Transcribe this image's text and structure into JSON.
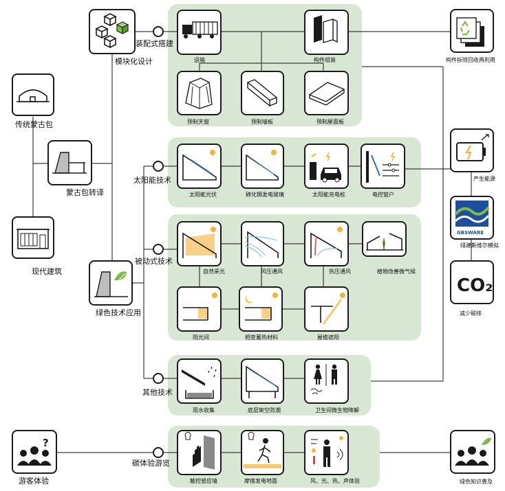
{
  "left": {
    "traditional": "传统蒙古包",
    "translation": "蒙古包转译",
    "modern": "现代建筑",
    "modular": "模块化设计",
    "green_tech": "绿色技术应用",
    "visitor": "游客体验"
  },
  "branches": {
    "prefab": "装配式搭建",
    "solar": "太阳能技术",
    "passive": "被动式技术",
    "other": "其他技术",
    "carbon": "碳体验游览"
  },
  "prefab_items": [
    "运输",
    "构件组装",
    "预制天窗",
    "预制墙板",
    "预制屋面板"
  ],
  "solar_items": [
    "太阳能光伏",
    "碲化镉发电玻璃",
    "太阳能充电桩",
    "电控窗户"
  ],
  "passive_items": [
    "自然采光",
    "风压通风",
    "热压通风",
    "植物改善微气候",
    "阳光间",
    "相变蓄热材料",
    "屋檐遮阳"
  ],
  "other_items": [
    "雨水收集",
    "底层架空防潮",
    "卫生间微生物降解"
  ],
  "carbon_items": [
    "触控感应墙",
    "摩擦发电地面",
    "风、光、热、声体验"
  ],
  "right": {
    "recycle": "构件拆除回收再利用",
    "energy": "产生能源",
    "gbsware": "绿建斯维尔模拟",
    "gbsware_logo": "GBSWARE",
    "co2_reduce": "减少碳排",
    "co2_symbol": "CO₂",
    "knowledge": "绿色知识普及"
  },
  "colors": {
    "panel": "#d8e7d3",
    "line": "#3a3a3a",
    "sun": "#f4b43c",
    "accent_blue": "#2f6fb5",
    "accent_green": "#7dbb4a"
  }
}
